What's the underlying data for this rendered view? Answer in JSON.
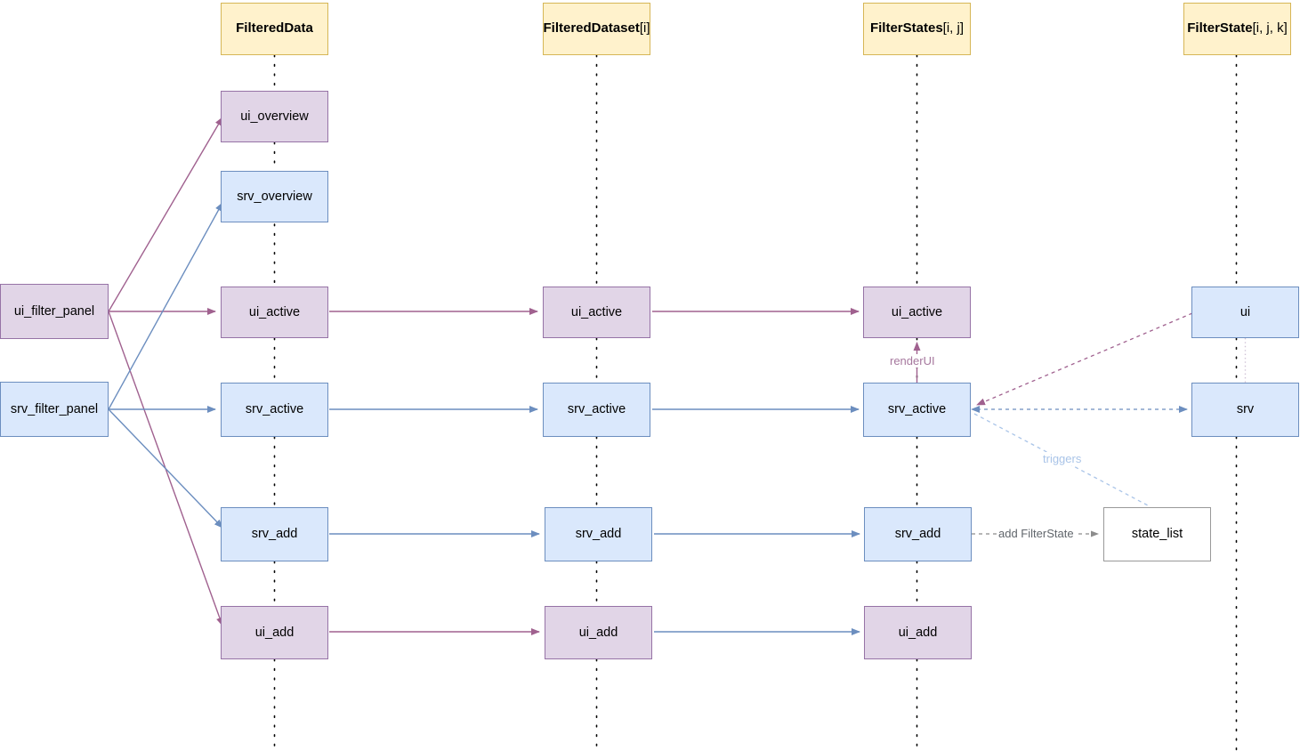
{
  "diagram": {
    "type": "sequence-like-flow-diagram",
    "background": "#ffffff",
    "colors": {
      "header_fill": "#fff2cc",
      "header_stroke": "#d6b656",
      "ui_fill": "#e1d5e7",
      "ui_stroke": "#9673a6",
      "srv_fill": "#dae8fc",
      "srv_stroke": "#6c8ebf",
      "plain_fill": "#ffffff",
      "plain_stroke": "#999999",
      "purple_edge": "#a0618f",
      "blue_edge": "#6c8ebf",
      "gray_edge": "#8c8c8c",
      "lifeline": "#000000"
    }
  },
  "headers": [
    {
      "name": "FilteredData",
      "index": ""
    },
    {
      "name": "FilteredDataset",
      "index": "[i]"
    },
    {
      "name": "FilterStates",
      "index": "[i, j]"
    },
    {
      "name": "FilterState",
      "index": "[i, j, k]"
    }
  ],
  "left_nodes": [
    {
      "label": "ui_filter_panel",
      "kind": "ui"
    },
    {
      "label": "srv_filter_panel",
      "kind": "srv"
    }
  ],
  "col1": [
    {
      "label": "ui_overview",
      "kind": "ui"
    },
    {
      "label": "srv_overview",
      "kind": "srv"
    },
    {
      "label": "ui_active",
      "kind": "ui"
    },
    {
      "label": "srv_active",
      "kind": "srv"
    },
    {
      "label": "srv_add",
      "kind": "srv"
    },
    {
      "label": "ui_add",
      "kind": "ui"
    }
  ],
  "col2": [
    {
      "label": "ui_active",
      "kind": "ui"
    },
    {
      "label": "srv_active",
      "kind": "srv"
    },
    {
      "label": "srv_add",
      "kind": "srv"
    },
    {
      "label": "ui_add",
      "kind": "ui"
    }
  ],
  "col3": [
    {
      "label": "ui_active",
      "kind": "ui"
    },
    {
      "label": "srv_active",
      "kind": "srv"
    },
    {
      "label": "srv_add",
      "kind": "srv"
    },
    {
      "label": "ui_add",
      "kind": "ui"
    }
  ],
  "col4": [
    {
      "label": "ui",
      "kind": "srv"
    },
    {
      "label": "srv",
      "kind": "srv"
    }
  ],
  "aux": [
    {
      "label": "state_list",
      "kind": "plain"
    }
  ],
  "edge_labels": [
    {
      "text": "renderUI",
      "color": "purple"
    },
    {
      "text": "triggers",
      "color": "blue"
    },
    {
      "text": "add FilterState",
      "color": "gray"
    }
  ]
}
